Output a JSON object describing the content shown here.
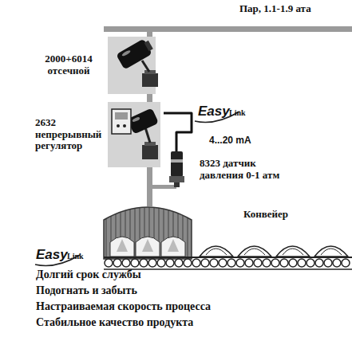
{
  "diagram": {
    "nodes": [
      {
        "text": [
          "2000+6014 отсечной"
        ]
      },
      {
        "text": [
          "2632 непрерывный регулятор"
        ]
      },
      {
        "text": [
          "8323 датчик давления 0-1 атм"
        ]
      }
    ],
    "edges": [
      {
        "from": 1,
        "to": 2,
        "arrow": "none",
        "label": "4...20 mA"
      }
    ],
    "labels": [
      "Пар, 1.1-1.9 ата",
      "Easy",
      "Link",
      "Конвейер",
      "Easy",
      "Link",
      "Долгий срок службы",
      "Подогнать и забыть",
      "Настраиваемая скорость процесса",
      "Стабильное качество продукта"
    ]
  }
}
